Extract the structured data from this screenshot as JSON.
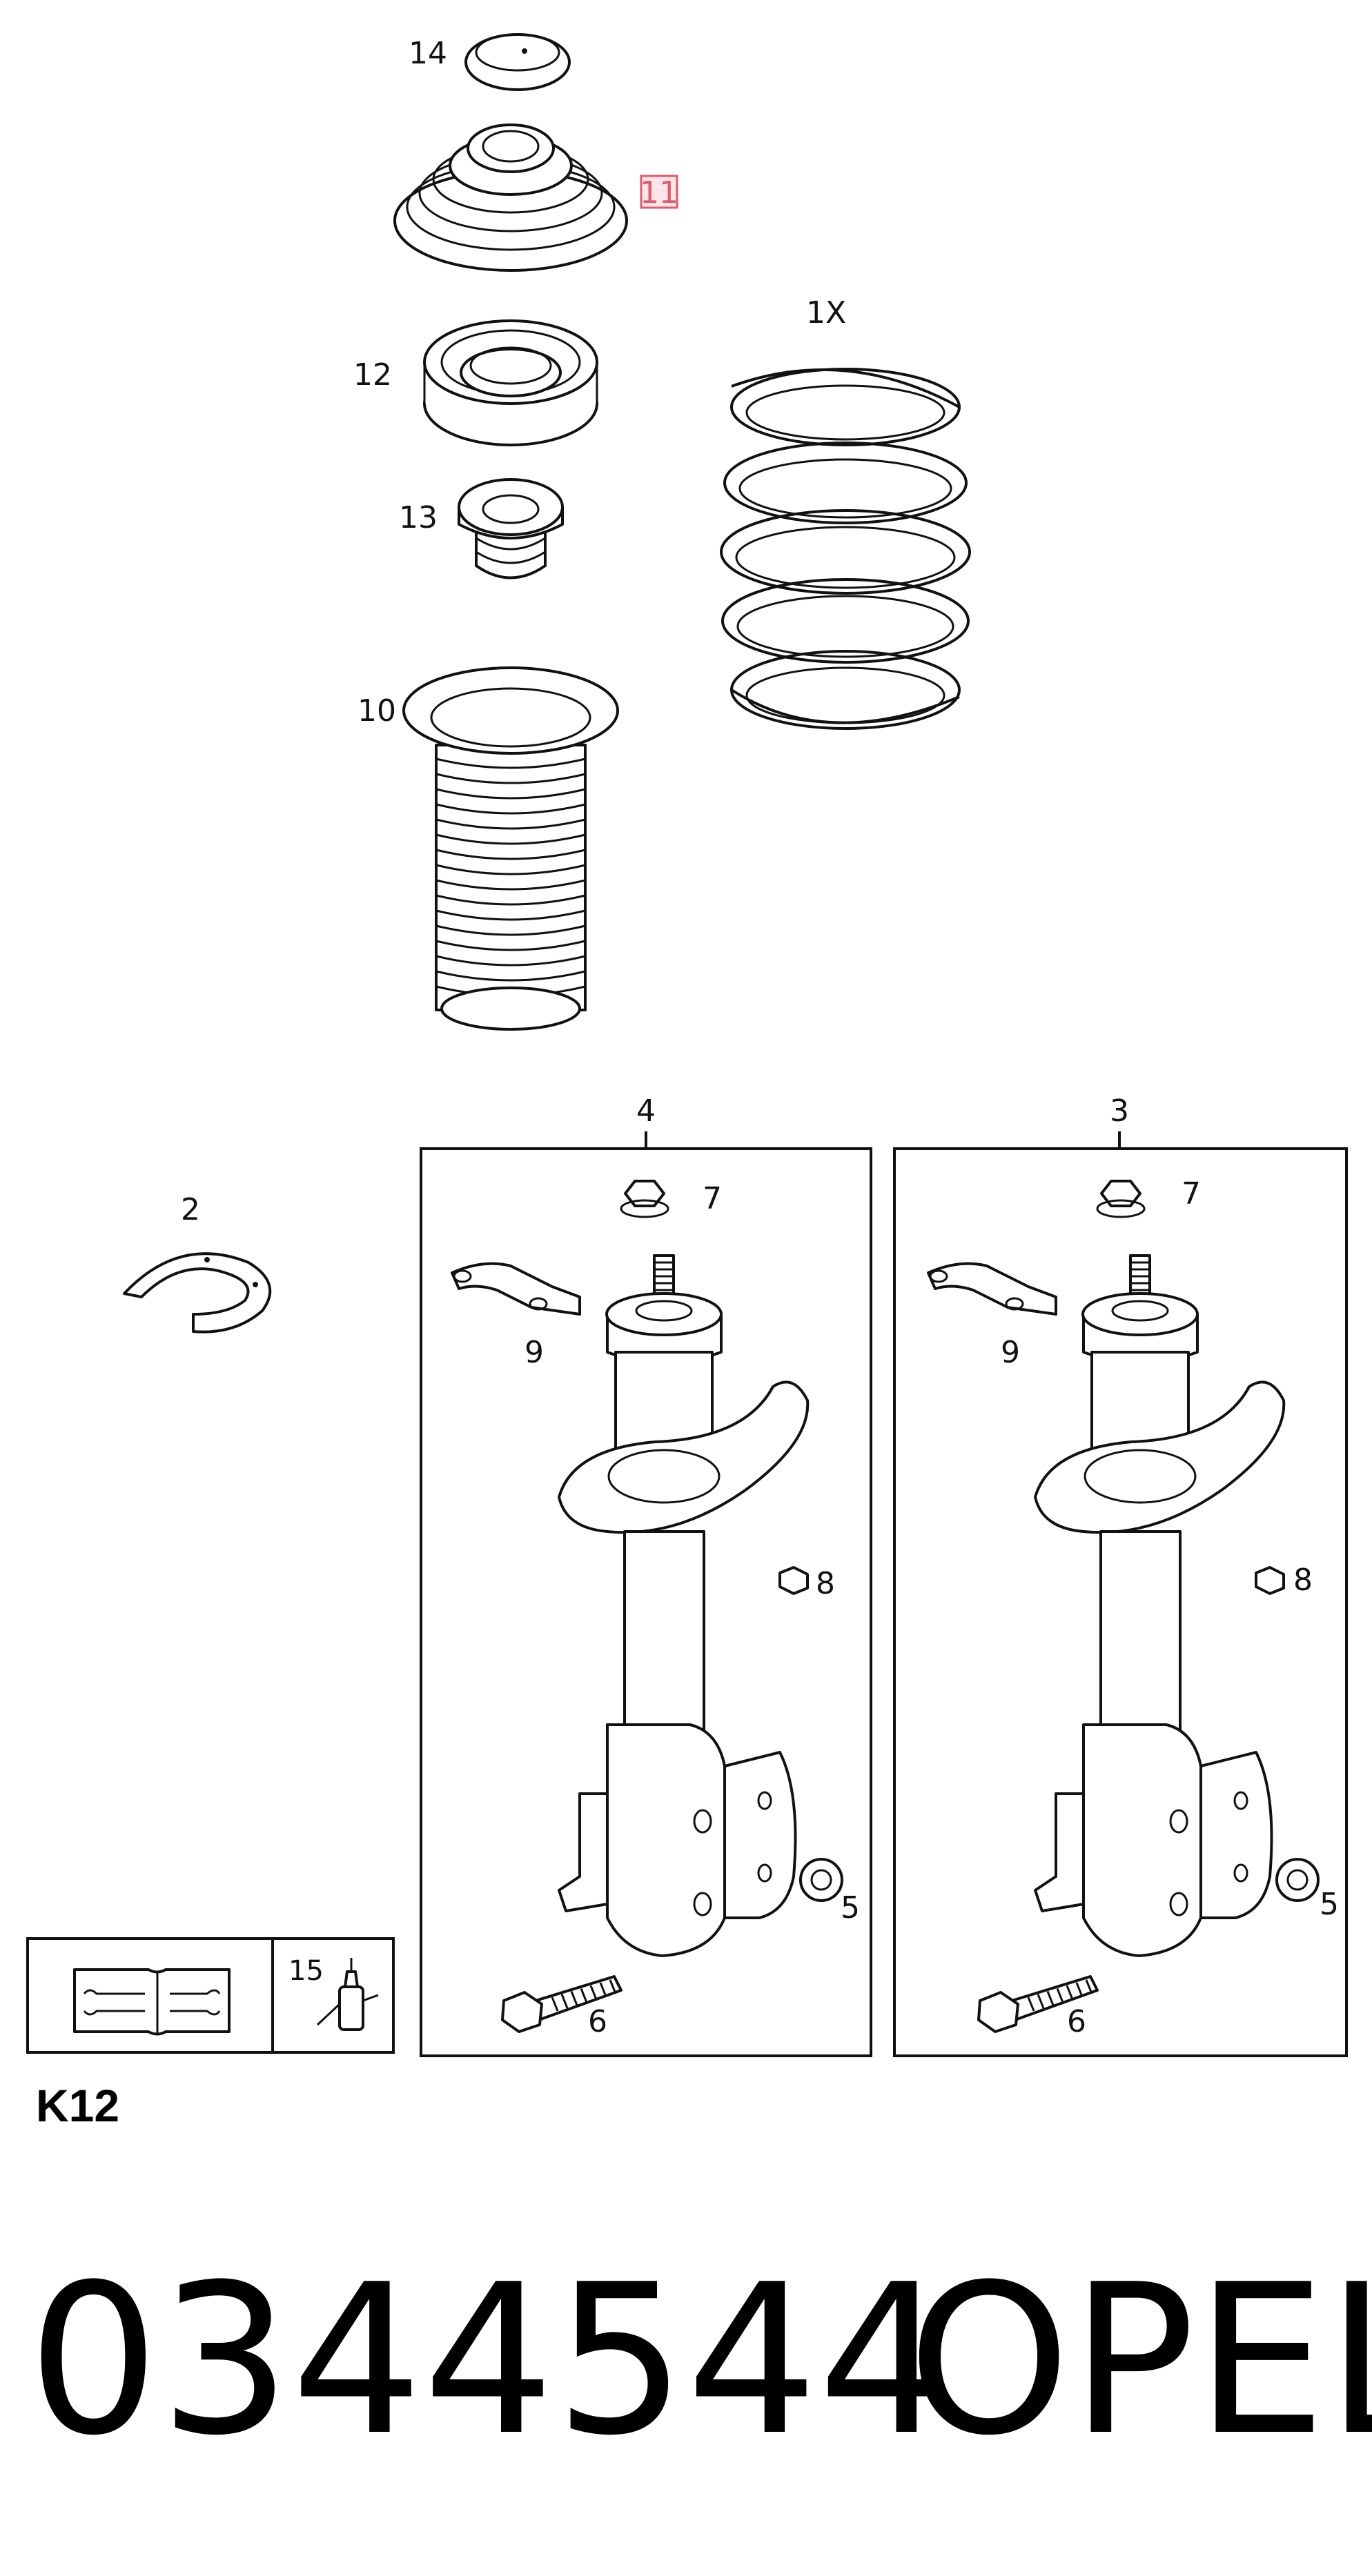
{
  "labels": {
    "p14": "14",
    "p11": "11",
    "p1x": "1X",
    "p12": "12",
    "p13": "13",
    "p10": "10",
    "p2": "2",
    "p4": "4",
    "p3": "3",
    "p7a": "7",
    "p7b": "7",
    "p9a": "9",
    "p9b": "9",
    "p8a": "8",
    "p8b": "8",
    "p5a": "5",
    "p5b": "5",
    "p6a": "6",
    "p6b": "6",
    "p15": "15"
  },
  "highlight_color": "#e05a6a",
  "diagram_code": "K12",
  "footer": {
    "part_number": "0344544",
    "brand": "OPEL"
  },
  "icons": [
    "manual-book-wrench-icon",
    "lubricant-bottle-icon"
  ]
}
